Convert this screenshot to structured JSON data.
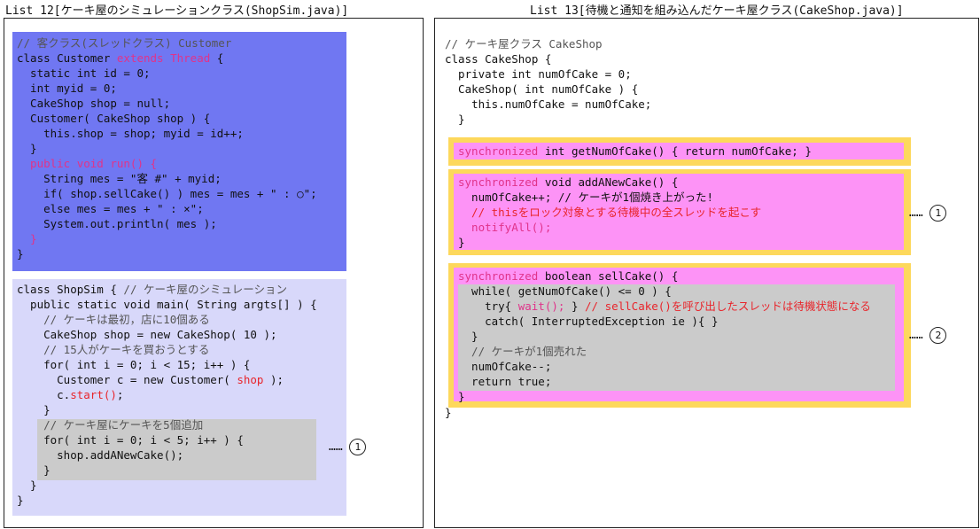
{
  "left": {
    "title": "List 12[ケーキ屋のシミュレーションクラス(ShopSim.java)]",
    "customer_class": {
      "comment": "// 客クラス(スレッドクラス) Customer",
      "decl_a": "class Customer ",
      "decl_kw": "extends Thread",
      "decl_b": " {",
      "l1": "  static int id = 0;",
      "l2": "  int myid = 0;",
      "l3": "  CakeShop shop = null;",
      "l4": "  Customer( CakeShop shop ) {",
      "l5": "    this.shop = shop; myid = id++;",
      "l6": "  }",
      "run_sig": "  public void run() {",
      "l7": "    String mes = \"客 #\" + myid;",
      "l8": "    if( shop.sellCake() ) mes = mes + \" : ○\";",
      "l9": "    else mes = mes + \" : ×\";",
      "l10": "    System.out.println( mes );",
      "run_close": "  }",
      "close": "}"
    },
    "shopsim_class": {
      "l1a": "class ShopSim { ",
      "l1b": "// ケーキ屋のシミュレーション",
      "l2": "  public static void main( String argts[] ) {",
      "l3": "    // ケーキは最初，店に10個ある",
      "l4": "    CakeShop shop = new CakeShop( 10 );",
      "l5": "    // 15人がケーキを買おうとする",
      "l6": "    for( int i = 0; i < 15; i++ ) {",
      "l7a": "      Customer c = new Customer( ",
      "l7b": "shop",
      "l7c": " );",
      "l8a": "      c.",
      "l8b": "start()",
      "l8c": ";",
      "l9": "    }",
      "l10": "    // ケーキ屋にケーキを5個追加",
      "l11": "    for( int i = 0; i < 5; i++ ) {",
      "l12": "      shop.addANewCake();",
      "l13": "    }",
      "l14": "  }",
      "l15": "}"
    },
    "marker_dots": "……",
    "marker_num": "1"
  },
  "right": {
    "title": "List 13[待機と通知を組み込んだケーキ屋クラス(CakeShop.java)]",
    "header": {
      "l1": "// ケーキ屋クラス CakeShop",
      "l2": "class CakeShop {",
      "l3": "  private int numOfCake = 0;",
      "l4": "  CakeShop( int numOfCake ) {",
      "l5": "    this.numOfCake = numOfCake;",
      "l6": "  }"
    },
    "get_method": {
      "kw": "synchronized",
      "rest": " int getNumOfCake() { return numOfCake; }"
    },
    "add_method": {
      "kw": "synchronized",
      "rest": " void addANewCake() {",
      "l2": "  numOfCake++; // ケーキが1個焼き上がった!",
      "l3": "  // thisをロック対象とする待機中の全スレッドを起こす",
      "l4": "  notifyAll();",
      "l5": "}"
    },
    "sell_method": {
      "kw": "synchronized",
      "rest": " boolean sellCake() {",
      "l2": "  while( getNumOfCake() <= 0 ) {",
      "l3a": "    try{ ",
      "l3b": "wait();",
      "l3c": " } ",
      "l3d": "// sellCake()を呼び出したスレッドは待機状態になる",
      "l4": "    catch( InterruptedException ie ){ }",
      "l5": "  }",
      "l6": "  // ケーキが1個売れた",
      "l7": "  numOfCake--;",
      "l8": "  return true;",
      "l9": "}"
    },
    "close": "}",
    "marker1_dots": "……",
    "marker1_num": "1",
    "marker2_dots": "……",
    "marker2_num": "2"
  },
  "colors": {
    "customer_bg": "#7077f2",
    "shopsim_bg": "#d8d8fa",
    "gray_bg": "#cbcbcb",
    "yellow": "#fdd85c",
    "pink": "#fd93f6",
    "keyword": "#e0338a",
    "red_text": "#e8252b"
  }
}
